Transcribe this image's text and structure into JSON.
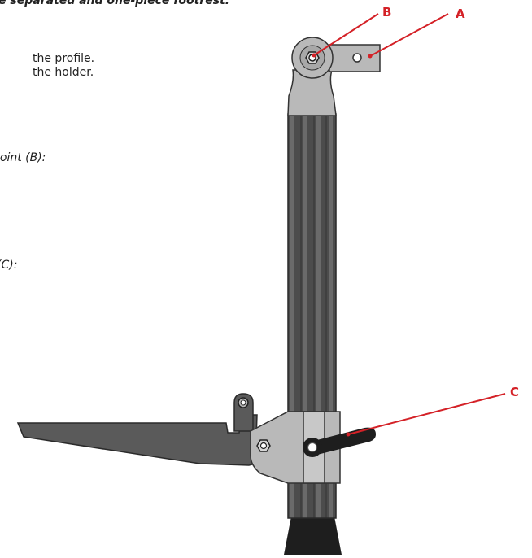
{
  "text": {
    "intro": "e separated and one-piece footrest.",
    "line_profile": "the profile.",
    "line_holder": "the holder.",
    "joint_heading": "joint (B):",
    "clamp_heading": "(C):"
  },
  "callouts": {
    "a": "A",
    "b": "B",
    "c": "C"
  },
  "colors": {
    "callout_red": "#d42127",
    "bar_dark": "#4c4c4c",
    "bar_mid": "#6a6a6a",
    "metal_light": "#b9b9b9",
    "footplate": "#5a5a5a",
    "rubber_tip": "#1e1e1e"
  }
}
